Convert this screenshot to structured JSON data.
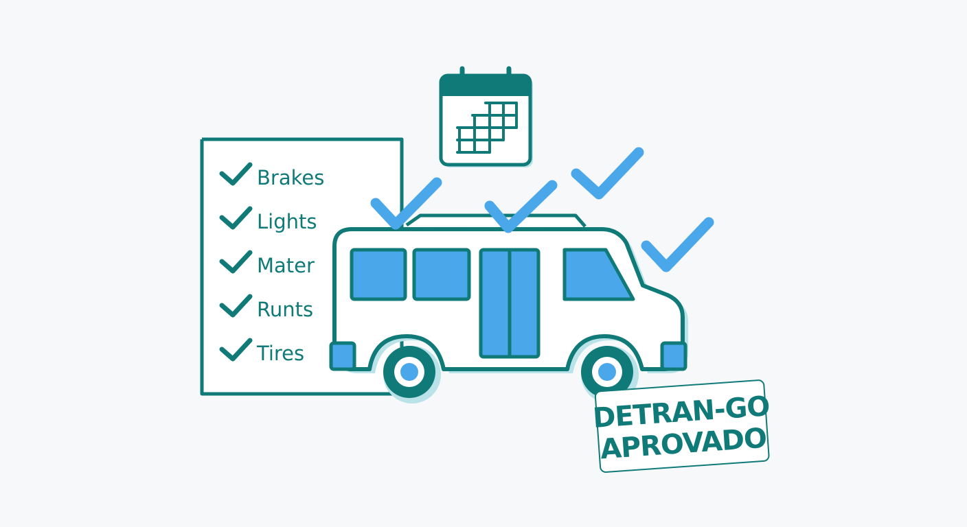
{
  "checklist": {
    "items": [
      {
        "label": "Brakes"
      },
      {
        "label": "Lights"
      },
      {
        "label": "Mater"
      },
      {
        "label": "Runts"
      },
      {
        "label": "Tires"
      }
    ]
  },
  "stamp": {
    "line1": "DETRAN-GO",
    "line2": "APROVADO"
  },
  "icons": {
    "calendar": "calendar-icon",
    "van": "van-icon",
    "check": "checkmark-icon"
  },
  "colors": {
    "background": "#f6f8fa",
    "outline": "#0f7a78",
    "accent": "#4aa8ea",
    "accent_shadow": "#b9e3e8",
    "fill": "#ffffff"
  }
}
